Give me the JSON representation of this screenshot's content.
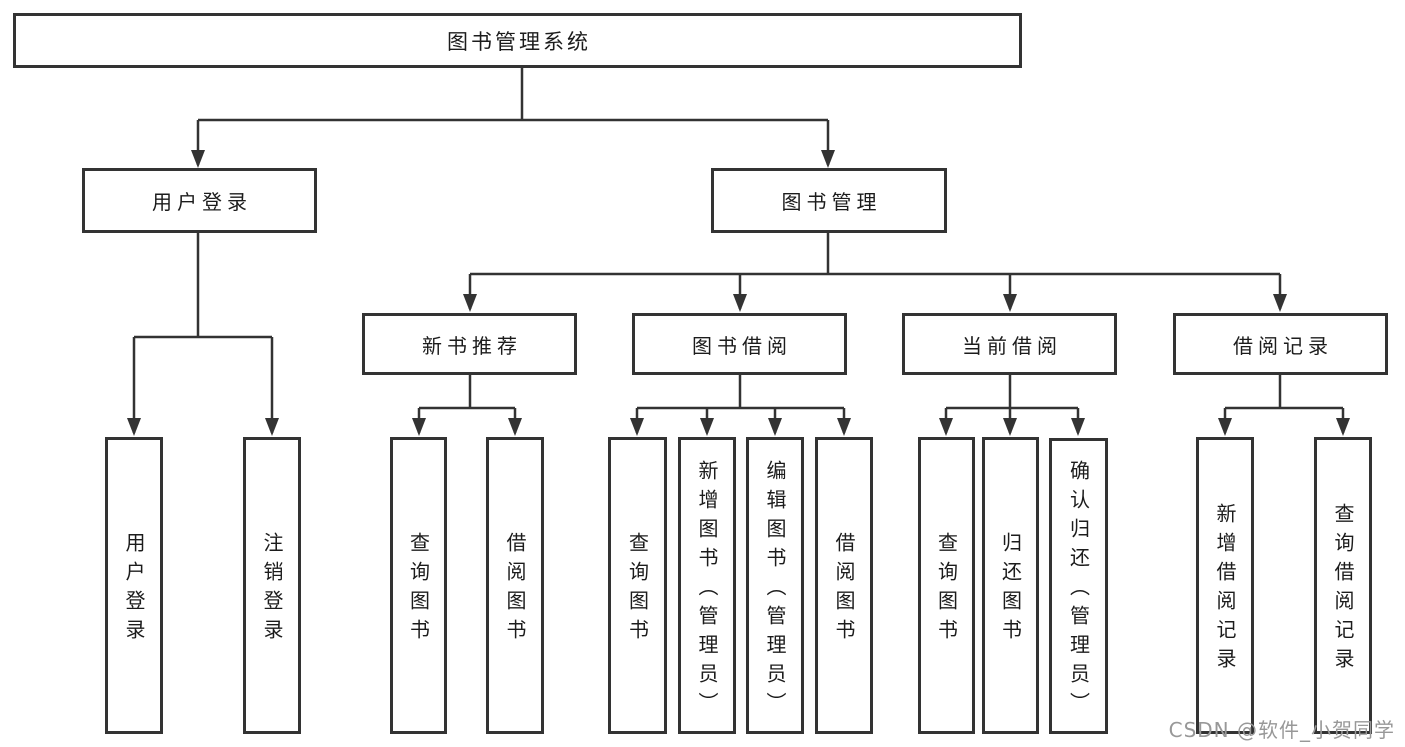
{
  "diagram": {
    "title": "图书管理系统",
    "nodes": {
      "root": {
        "label": "图书管理系统"
      },
      "userLogin": {
        "label": "用户登录"
      },
      "bookMgmt": {
        "label": "图书管理"
      },
      "login": {
        "label": "用户登录"
      },
      "logout": {
        "label": "注销登录"
      },
      "newBookRec": {
        "label": "新书推荐"
      },
      "bookBorrow": {
        "label": "图书借阅"
      },
      "currentBorrow": {
        "label": "当前借阅"
      },
      "borrowRecords": {
        "label": "借阅记录"
      },
      "nbrQuery": {
        "label": "查询图书"
      },
      "nbrBorrow": {
        "label": "借阅图书"
      },
      "bbQuery": {
        "label": "查询图书"
      },
      "bbAdd": {
        "label": "新增图书（管理员）"
      },
      "bbEdit": {
        "label": "编辑图书（管理员）"
      },
      "bbBorrow": {
        "label": "借阅图书"
      },
      "cbQuery": {
        "label": "查询图书"
      },
      "cbReturn": {
        "label": "归还图书"
      },
      "cbConfirm": {
        "label": "确认归还（管理员）"
      },
      "brAdd": {
        "label": "新增借阅记录"
      },
      "brQuery": {
        "label": "查询借阅记录"
      }
    },
    "edges": [
      [
        "root",
        "userLogin"
      ],
      [
        "root",
        "bookMgmt"
      ],
      [
        "userLogin",
        "login"
      ],
      [
        "userLogin",
        "logout"
      ],
      [
        "bookMgmt",
        "newBookRec"
      ],
      [
        "bookMgmt",
        "bookBorrow"
      ],
      [
        "bookMgmt",
        "currentBorrow"
      ],
      [
        "bookMgmt",
        "borrowRecords"
      ],
      [
        "newBookRec",
        "nbrQuery"
      ],
      [
        "newBookRec",
        "nbrBorrow"
      ],
      [
        "bookBorrow",
        "bbQuery"
      ],
      [
        "bookBorrow",
        "bbAdd"
      ],
      [
        "bookBorrow",
        "bbEdit"
      ],
      [
        "bookBorrow",
        "bbBorrow"
      ],
      [
        "currentBorrow",
        "cbQuery"
      ],
      [
        "currentBorrow",
        "cbReturn"
      ],
      [
        "currentBorrow",
        "cbConfirm"
      ],
      [
        "borrowRecords",
        "brAdd"
      ],
      [
        "borrowRecords",
        "brQuery"
      ]
    ],
    "watermark": "CSDN @软件_小贺同学",
    "colors": {
      "line": "#333333",
      "box_border": "#333333",
      "text": "#1c1c1c",
      "watermark": "#989898",
      "background": "#ffffff"
    }
  }
}
